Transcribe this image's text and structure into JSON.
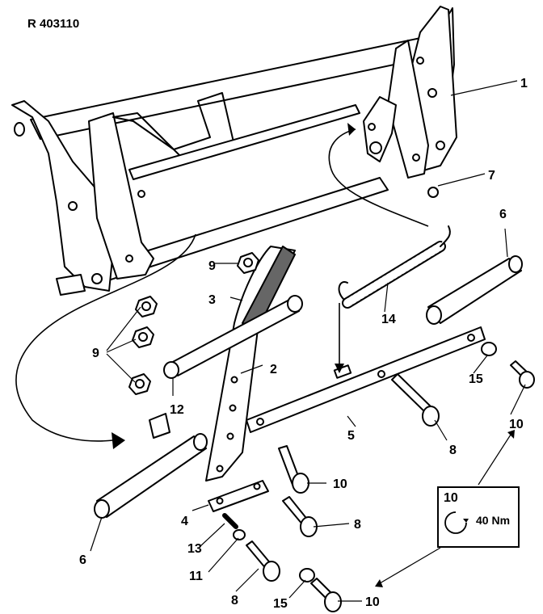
{
  "figure": {
    "reference": "R 403110"
  },
  "callouts": [
    {
      "id": "c1",
      "label": "1"
    },
    {
      "id": "c2",
      "label": "2"
    },
    {
      "id": "c3",
      "label": "3"
    },
    {
      "id": "c4",
      "label": "4"
    },
    {
      "id": "c5",
      "label": "5"
    },
    {
      "id": "c6a",
      "label": "6"
    },
    {
      "id": "c6b",
      "label": "6"
    },
    {
      "id": "c7",
      "label": "7"
    },
    {
      "id": "c8a",
      "label": "8"
    },
    {
      "id": "c8b",
      "label": "8"
    },
    {
      "id": "c8c",
      "label": "8"
    },
    {
      "id": "c9a",
      "label": "9"
    },
    {
      "id": "c9b",
      "label": "9"
    },
    {
      "id": "c10a",
      "label": "10"
    },
    {
      "id": "c10b",
      "label": "10"
    },
    {
      "id": "c10c",
      "label": "10"
    },
    {
      "id": "c11",
      "label": "11"
    },
    {
      "id": "c12",
      "label": "12"
    },
    {
      "id": "c13",
      "label": "13"
    },
    {
      "id": "c14",
      "label": "14"
    },
    {
      "id": "c15a",
      "label": "15"
    },
    {
      "id": "c15b",
      "label": "15"
    }
  ],
  "torque_box": {
    "item": "10",
    "value": "40 Nm",
    "icon": "rotation-arrow-icon"
  }
}
